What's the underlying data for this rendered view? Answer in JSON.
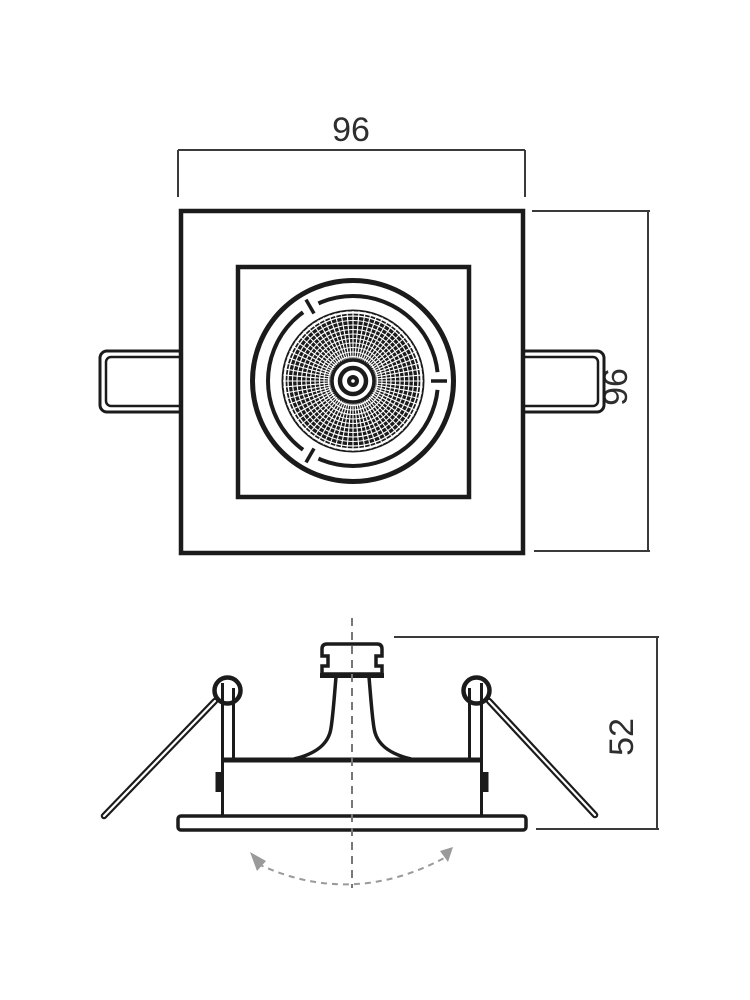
{
  "drawing": {
    "type": "technical-dimension-drawing",
    "subject": "square-recessed-downlight-fixture",
    "views": {
      "top_view": {
        "width_label": "96",
        "height_label": "96"
      },
      "side_view": {
        "height_label": "52"
      }
    },
    "colors": {
      "background": "#ffffff",
      "outline": "#1b1b1b",
      "dimension_line": "#3a3a3a",
      "dimension_text": "#2e2e2e",
      "centerline": "#777777",
      "tilt_arc": "#9a9a9a"
    }
  }
}
